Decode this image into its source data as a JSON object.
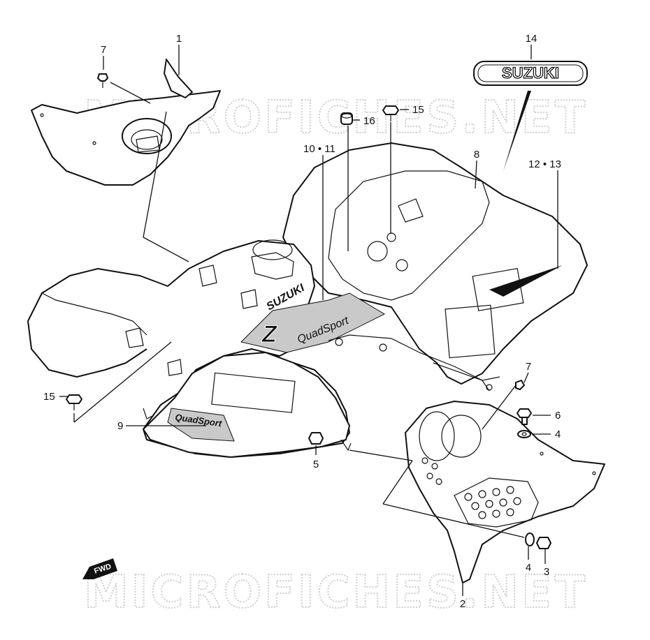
{
  "watermark": "MICROFICHES.NET",
  "brand_decal": "SUZUKI",
  "fender_decal_brand": "SUZUKI",
  "fender_decal_model": "QuadSport",
  "side_decal_model": "QuadSport",
  "side_decal_series": "Z",
  "fwd_label": "FWD",
  "callouts": {
    "c1": "1",
    "c2": "2",
    "c3": "3",
    "c4a": "4",
    "c4b": "4",
    "c5": "5",
    "c6": "6",
    "c7a": "7",
    "c7b": "7",
    "c8": "8",
    "c9": "9",
    "c10_11": "10 • 11",
    "c12_13": "12 • 13",
    "c14": "14",
    "c15a": "15",
    "c15b": "15",
    "c16": "16"
  }
}
